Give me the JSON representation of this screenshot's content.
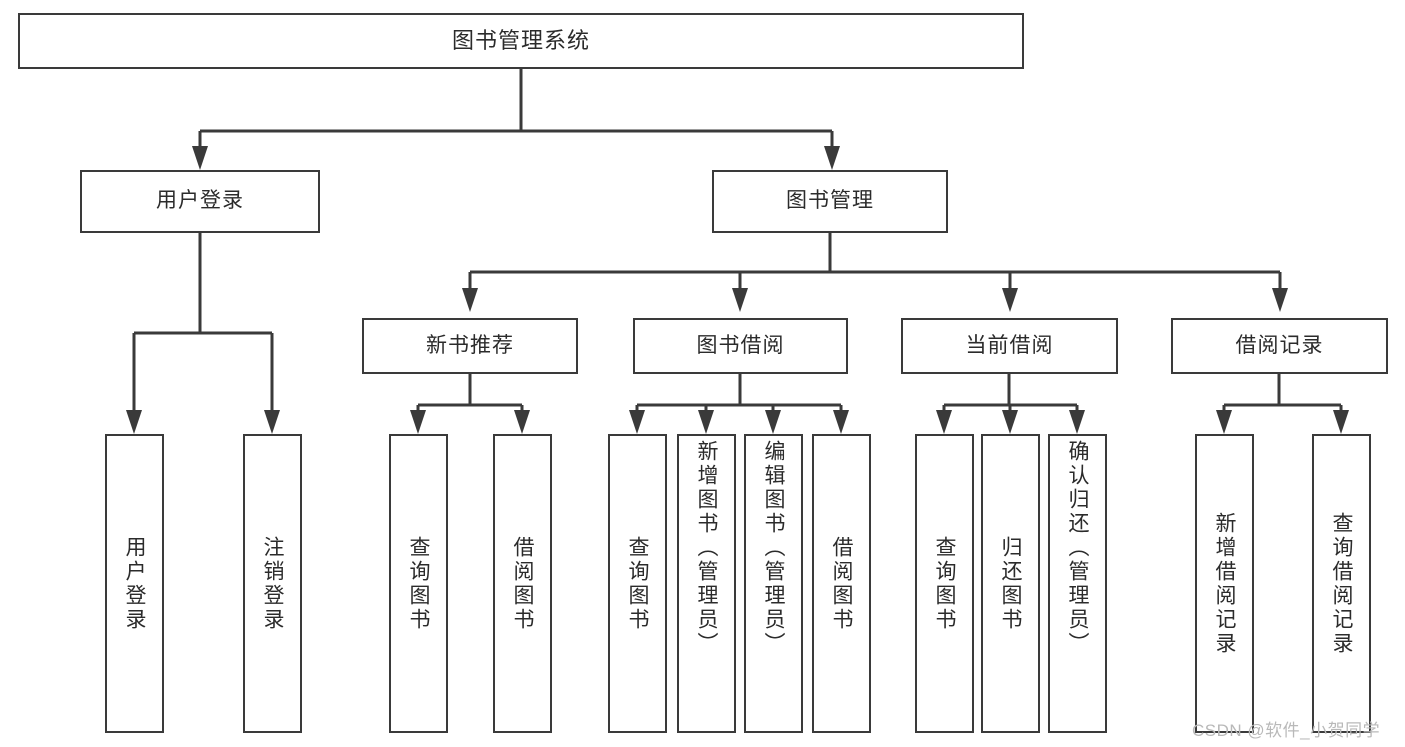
{
  "diagram": {
    "type": "tree-hierarchy-chart",
    "title_text": "图书管理系统",
    "line_color": "#3a3a3a",
    "box_fill": "#ffffff",
    "text_color": "#2b2b2b",
    "root": {
      "label": "图书管理系统"
    },
    "level2": [
      {
        "label": "用户登录"
      },
      {
        "label": "图书管理"
      }
    ],
    "level3": [
      {
        "label": "新书推荐"
      },
      {
        "label": "图书借阅"
      },
      {
        "label": "当前借阅"
      },
      {
        "label": "借阅记录"
      }
    ],
    "leaves": {
      "user_login": [
        {
          "label": "用户登录"
        },
        {
          "label": "注销登录"
        }
      ],
      "new_book": [
        {
          "label": "查询图书"
        },
        {
          "label": "借阅图书"
        }
      ],
      "book_borrow": [
        {
          "label": "查询图书"
        },
        {
          "label": "新增图书（管理员）"
        },
        {
          "label": "编辑图书（管理员）"
        },
        {
          "label": "借阅图书"
        }
      ],
      "current_borrow": [
        {
          "label": "查询图书"
        },
        {
          "label": "归还图书"
        },
        {
          "label": "确认归还（管理员）"
        }
      ],
      "borrow_record": [
        {
          "label": "新增借阅记录"
        },
        {
          "label": "查询借阅记录"
        }
      ]
    }
  },
  "watermark": {
    "text": "CSDN @软件_小贺同学"
  }
}
